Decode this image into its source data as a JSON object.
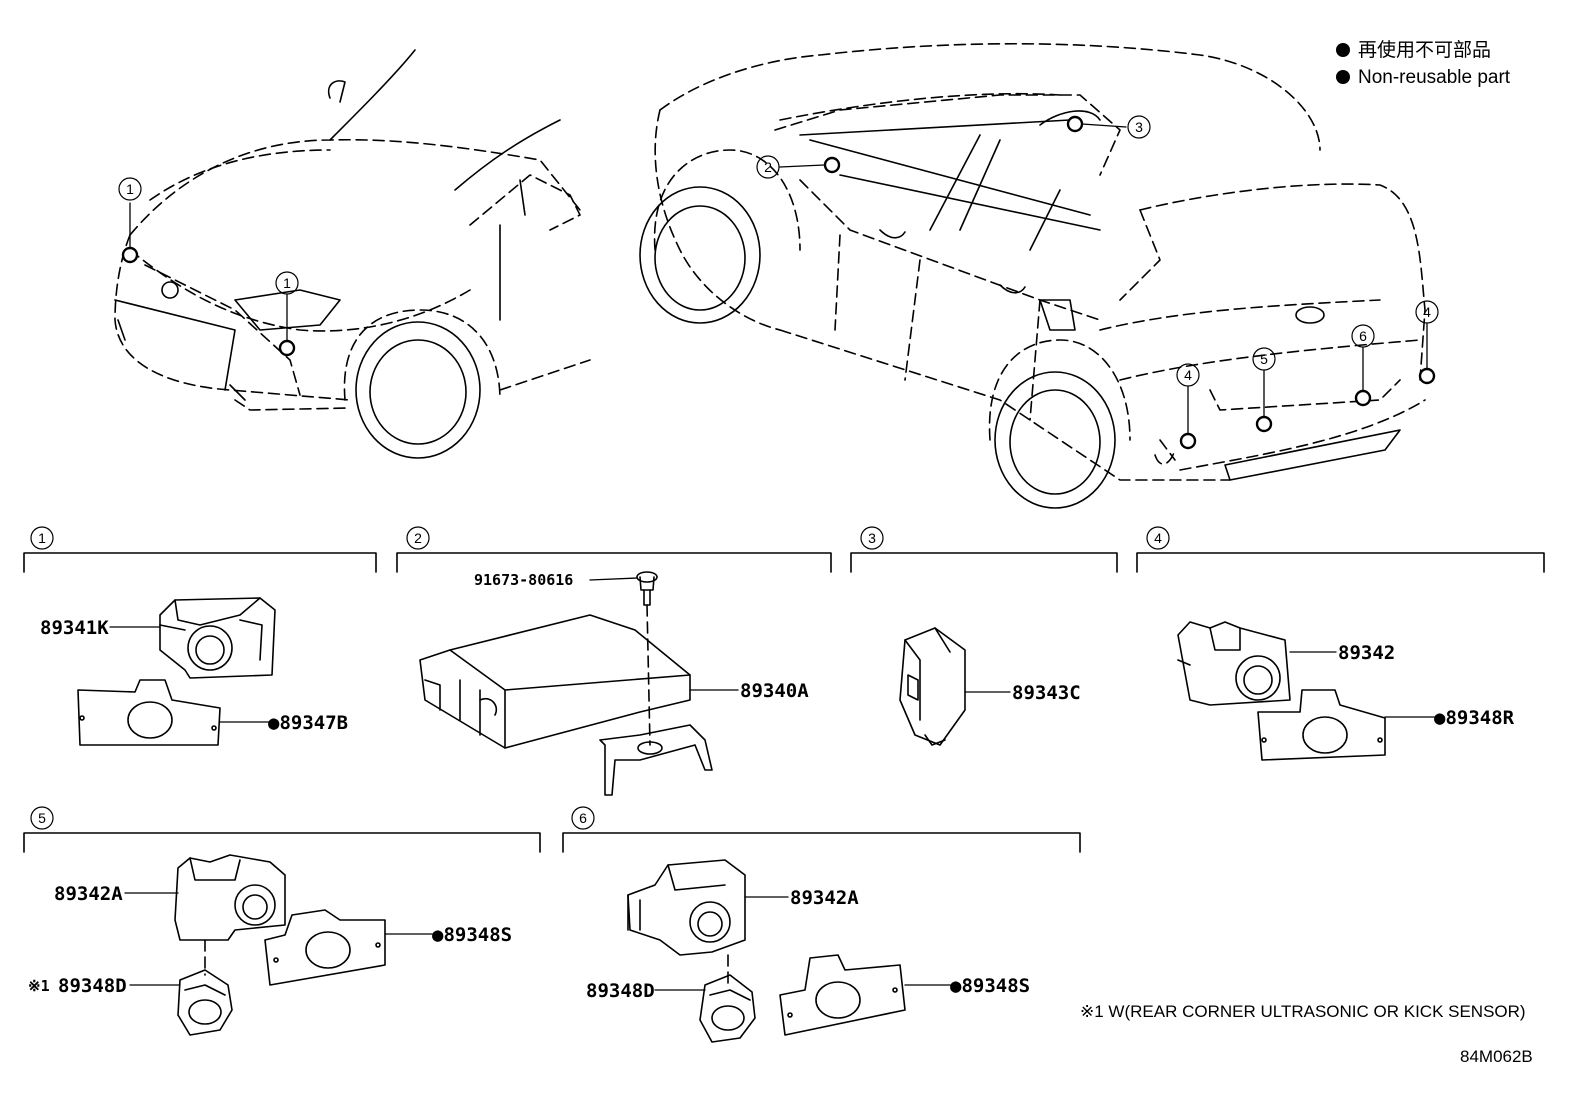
{
  "legend": {
    "jp": "再使用不可部品",
    "en": "Non-reusable part"
  },
  "callouts": [
    "1",
    "1",
    "2",
    "3",
    "4",
    "5",
    "6",
    "4"
  ],
  "sections": [
    {
      "num": "1",
      "parts": [
        "89341K",
        "●89347B"
      ]
    },
    {
      "num": "2",
      "parts": [
        "91673-80616",
        "89340A"
      ]
    },
    {
      "num": "3",
      "parts": [
        "89343C"
      ]
    },
    {
      "num": "4",
      "parts": [
        "89342",
        "●89348R"
      ]
    },
    {
      "num": "5",
      "parts": [
        "89342A",
        "●89348S",
        "89348D"
      ],
      "note_mark": "※1"
    },
    {
      "num": "6",
      "parts": [
        "89342A",
        "89348D",
        "●89348S"
      ]
    }
  ],
  "footnote": "※1 W(REAR CORNER ULTRASONIC OR KICK SENSOR)",
  "drawing_code": "84M062B"
}
